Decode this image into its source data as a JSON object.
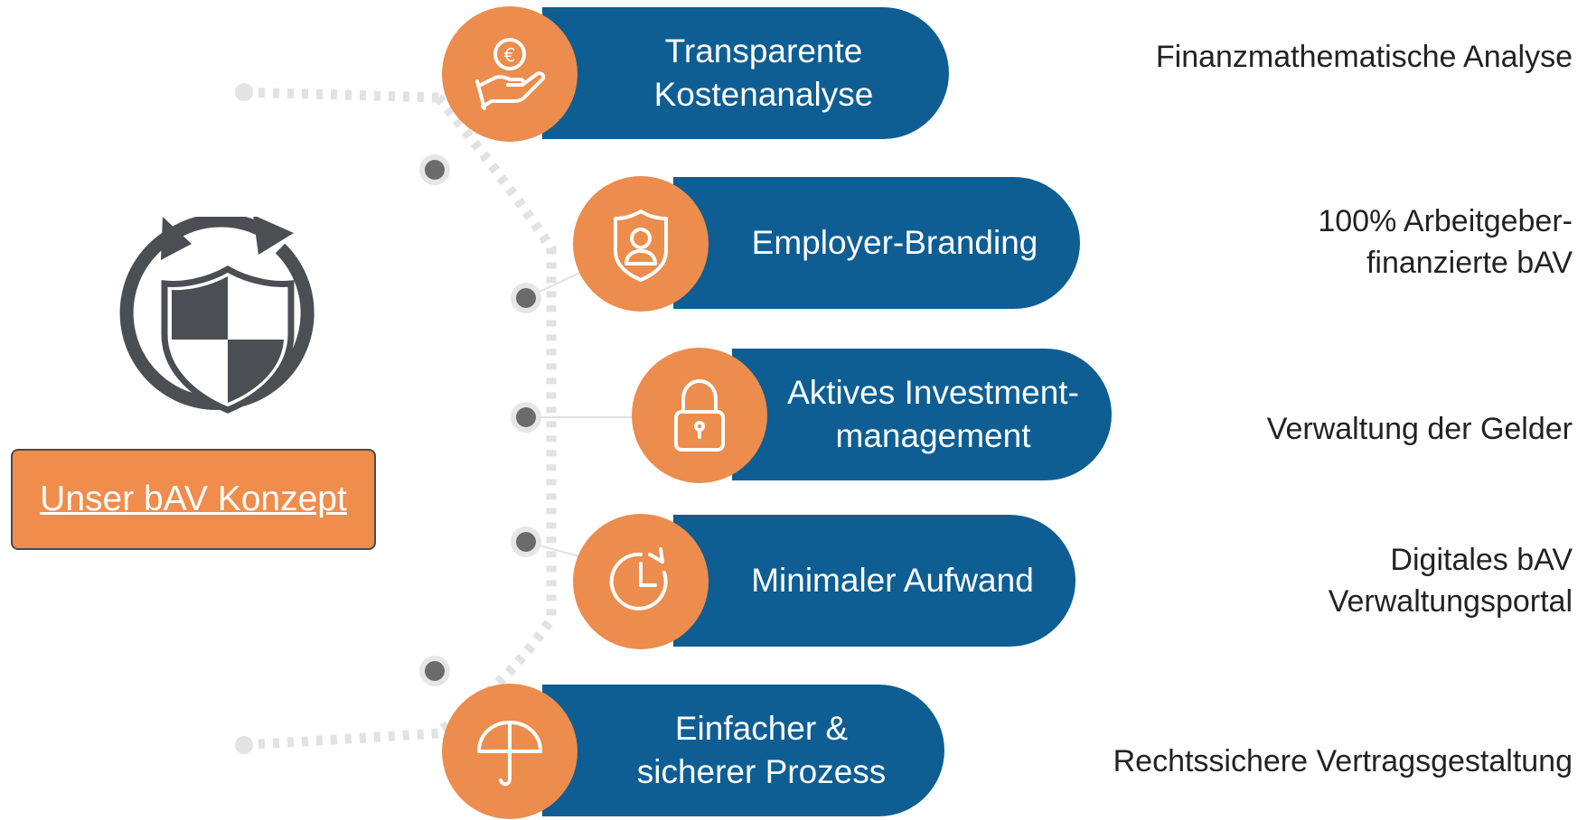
{
  "concept_button": {
    "label": "Unser bAV Konzept"
  },
  "logo": {
    "icon": "shield-refresh-icon"
  },
  "features": [
    {
      "id": "cost",
      "title": "Transparente\nKostenanalyse",
      "icon": "euro-coin-hand-icon",
      "description": "Finanzmathematische Analyse"
    },
    {
      "id": "branding",
      "title": "Employer-Branding",
      "icon": "shield-user-icon",
      "description": "100% Arbeitgeber-\nfinanzierte bAV"
    },
    {
      "id": "investment",
      "title": "Aktives Investment-\nmanagement",
      "icon": "padlock-icon",
      "description": "Verwaltung der Gelder"
    },
    {
      "id": "effort",
      "title": "Minimaler Aufwand",
      "icon": "clock-refresh-icon",
      "description": "Digitales bAV\nVerwaltungsportal"
    },
    {
      "id": "process",
      "title": "Einfacher &\nsicherer Prozess",
      "icon": "umbrella-icon",
      "description": "Rechtssichere Vertragsgestaltung"
    }
  ],
  "colors": {
    "accent_orange": "#ec8c4d",
    "pill_blue": "#0e5e93",
    "connector_grey": "#e3e3e3",
    "dot_grey": "#6f6f6f"
  }
}
